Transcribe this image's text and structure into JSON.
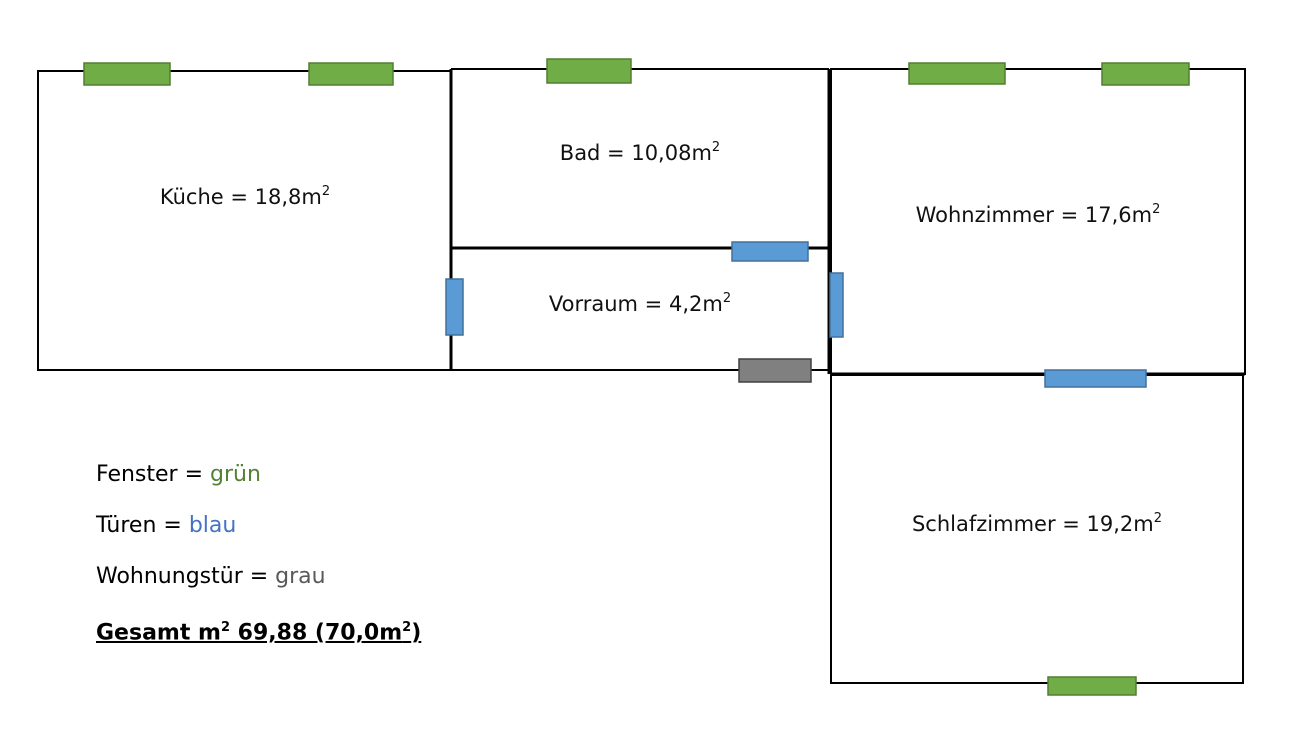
{
  "rooms": {
    "kueche": "Küche = 18,8m",
    "bad": "Bad = 10,08m",
    "vorraum": "Vorraum = 4,2m",
    "wohnzimmer": "Wohnzimmer = 17,6m",
    "schlafzimmer": "Schlafzimmer = 19,2m",
    "unit_superscript": "2"
  },
  "legend": {
    "fenster_label": "Fenster = ",
    "fenster_value": "grün",
    "tueren_label": "Türen = ",
    "tueren_value": "blau",
    "wohnungstuer_label": "Wohnungstür = ",
    "wohnungstuer_value": "grau",
    "total_prefix": "Gesamt m",
    "total_sup": "2",
    "total_mid": " 69,88 (70,0m",
    "total_sup2": "2",
    "total_end": ")"
  },
  "colors": {
    "window_fill": "#70ad47",
    "window_stroke": "#507e32",
    "door_fill": "#5b9bd5",
    "door_stroke": "#41719c",
    "entry_fill": "#808080",
    "entry_stroke": "#404040",
    "text_green": "#548235",
    "text_blue": "#4472c4",
    "text_gray": "#595959"
  }
}
